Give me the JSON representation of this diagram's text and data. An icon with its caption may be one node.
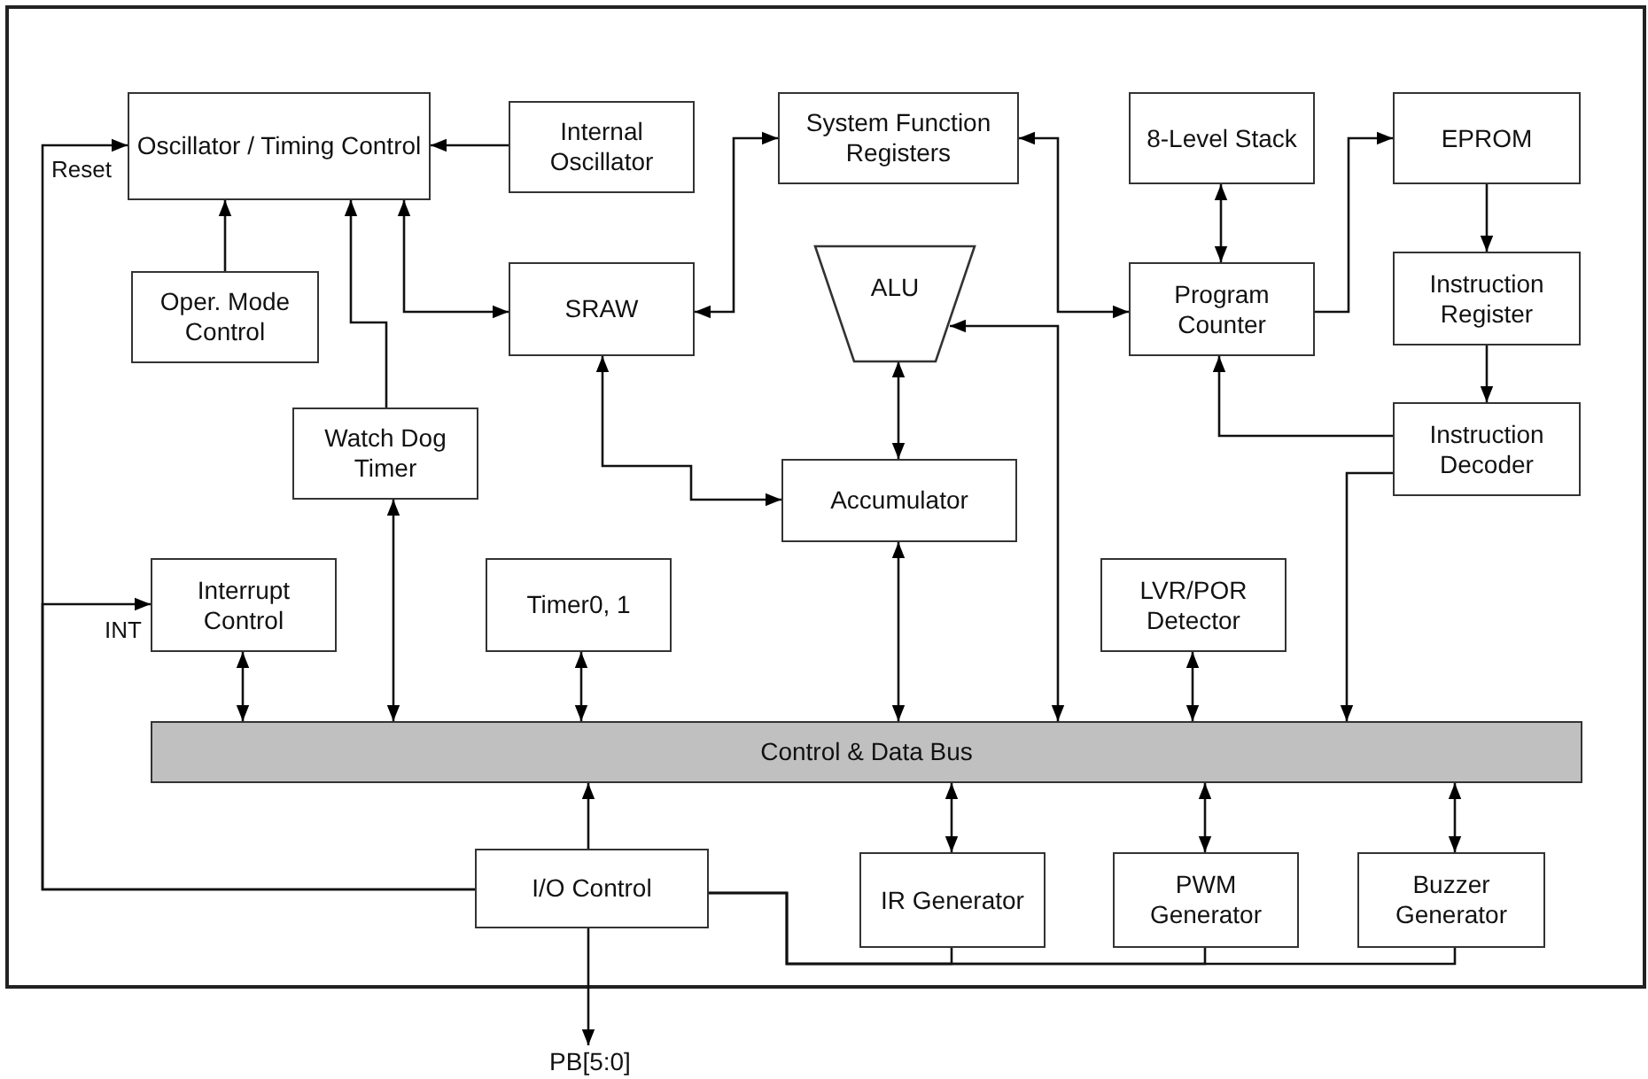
{
  "diagram": {
    "nodes": [
      {
        "text": [
          "Oscillator / Timing Control"
        ]
      },
      {
        "text": [
          "Internal Oscillator"
        ]
      },
      {
        "text": [
          "System Function Registers"
        ]
      },
      {
        "text": [
          "8-Level Stack"
        ]
      },
      {
        "text": [
          "EPROM"
        ]
      },
      {
        "text": [
          "Oper. Mode Control"
        ]
      },
      {
        "text": [
          "SRAW"
        ]
      },
      {
        "text": [
          "ALU"
        ]
      },
      {
        "text": [
          "Program Counter"
        ]
      },
      {
        "text": [
          "Instruction Register"
        ]
      },
      {
        "text": [
          "Watch Dog Timer"
        ]
      },
      {
        "text": [
          "Instruction Decoder"
        ]
      },
      {
        "text": [
          "Accumulator"
        ]
      },
      {
        "text": [
          "Interrupt Control"
        ]
      },
      {
        "text": [
          "Timer0, 1"
        ]
      },
      {
        "text": [
          "LVR/POR Detector"
        ]
      },
      {
        "text": [
          "Control & Data Bus"
        ]
      },
      {
        "text": [
          "I/O Control"
        ]
      },
      {
        "text": [
          "IR Generator"
        ]
      },
      {
        "text": [
          "PWM Generator"
        ]
      },
      {
        "text": [
          "Buzzer Generator"
        ]
      },
      {
        "text": [
          "PB[5:0]"
        ]
      }
    ],
    "edges": [
      {
        "from": 1,
        "to": 0,
        "arrow": "to"
      },
      {
        "from": 5,
        "to": 0,
        "arrow": "to"
      },
      {
        "from": 10,
        "to": 0,
        "arrow": "to"
      },
      {
        "from": 0,
        "to": 6,
        "arrow": "both"
      },
      {
        "from": 6,
        "to": 2,
        "arrow": "both"
      },
      {
        "from": 2,
        "to": 8,
        "arrow": "both"
      },
      {
        "from": 3,
        "to": 8,
        "arrow": "both"
      },
      {
        "from": 8,
        "to": 4,
        "arrow": "to"
      },
      {
        "from": 4,
        "to": 9,
        "arrow": "to"
      },
      {
        "from": 9,
        "to": 11,
        "arrow": "to"
      },
      {
        "from": 11,
        "to": 8,
        "arrow": "to"
      },
      {
        "from": 7,
        "to": 12,
        "arrow": "both"
      },
      {
        "from": 6,
        "to": 12,
        "arrow": "both"
      },
      {
        "from": 7,
        "to": 16,
        "arrow": "both"
      },
      {
        "from": 11,
        "to": 16,
        "arrow": "to"
      },
      {
        "from": 13,
        "to": 16,
        "arrow": "both"
      },
      {
        "from": 10,
        "to": 16,
        "arrow": "both"
      },
      {
        "from": 14,
        "to": 16,
        "arrow": "both"
      },
      {
        "from": 12,
        "to": 16,
        "arrow": "both"
      },
      {
        "from": 15,
        "to": 16,
        "arrow": "both"
      },
      {
        "from": 18,
        "to": 16,
        "arrow": "both"
      },
      {
        "from": 19,
        "to": 16,
        "arrow": "both"
      },
      {
        "from": 20,
        "to": 16,
        "arrow": "both"
      },
      {
        "from": 17,
        "to": 16,
        "arrow": "to"
      },
      {
        "from": 17,
        "to": 21,
        "arrow": "to"
      },
      {
        "from": 17,
        "to": 0,
        "arrow": "to",
        "label": "Reset"
      },
      {
        "from": 17,
        "to": 13,
        "arrow": "to",
        "label": "INT"
      },
      {
        "from": 17,
        "to": 18,
        "arrow": "none"
      },
      {
        "from": 17,
        "to": 19,
        "arrow": "none"
      },
      {
        "from": 17,
        "to": 20,
        "arrow": "none"
      }
    ]
  }
}
